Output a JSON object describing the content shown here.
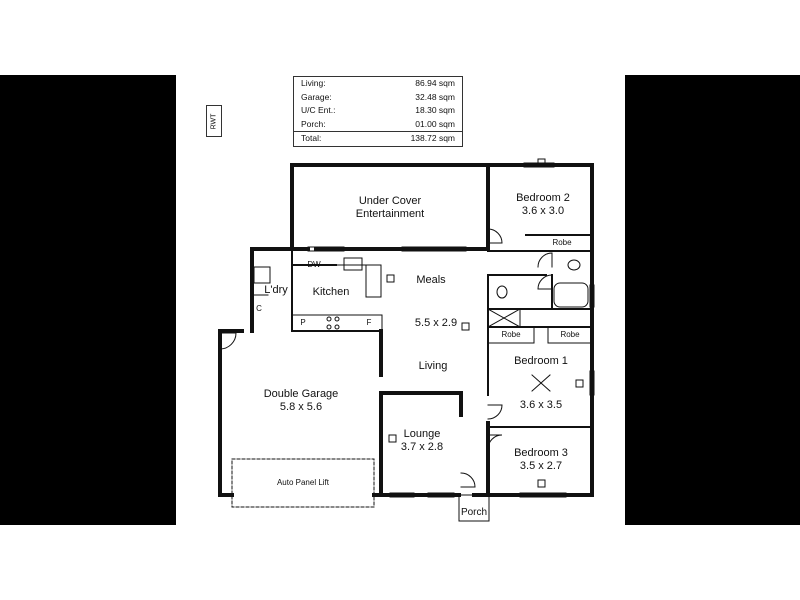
{
  "area_schedule": {
    "rows": [
      {
        "label": "Living:",
        "value": "86.94 sqm"
      },
      {
        "label": "Garage:",
        "value": "32.48 sqm"
      },
      {
        "label": "U/C Ent.:",
        "value": "18.30 sqm"
      },
      {
        "label": "Porch:",
        "value": "01.00 sqm"
      }
    ],
    "total": {
      "label": "Total:",
      "value": "138.72 sqm"
    }
  },
  "rwt_label": "RWT",
  "rooms": {
    "under_cover": {
      "line1": "Under Cover",
      "line2": "Entertainment"
    },
    "bedroom2": {
      "name": "Bedroom 2",
      "size": "3.6 x 3.0"
    },
    "robe_b2": "Robe",
    "dw": "DW",
    "meals": "Meals",
    "kitchen": "Kitchen",
    "laundry": "L'dry",
    "c_mark": "C",
    "p_mark": "P",
    "f_mark": "F",
    "meals_size": "5.5 x 2.9",
    "living": "Living",
    "robe_1": "Robe",
    "robe_2": "Robe",
    "bedroom1": {
      "name": "Bedroom 1",
      "size": "3.6 x 3.5"
    },
    "garage": {
      "name": "Double Garage",
      "size": "5.8 x 5.6"
    },
    "lounge": {
      "name": "Lounge",
      "size": "3.7 x 2.8"
    },
    "bedroom3": {
      "name": "Bedroom 3",
      "size": "3.5 x 2.7"
    },
    "auto_panel": "Auto Panel Lift",
    "porch": "Porch"
  }
}
